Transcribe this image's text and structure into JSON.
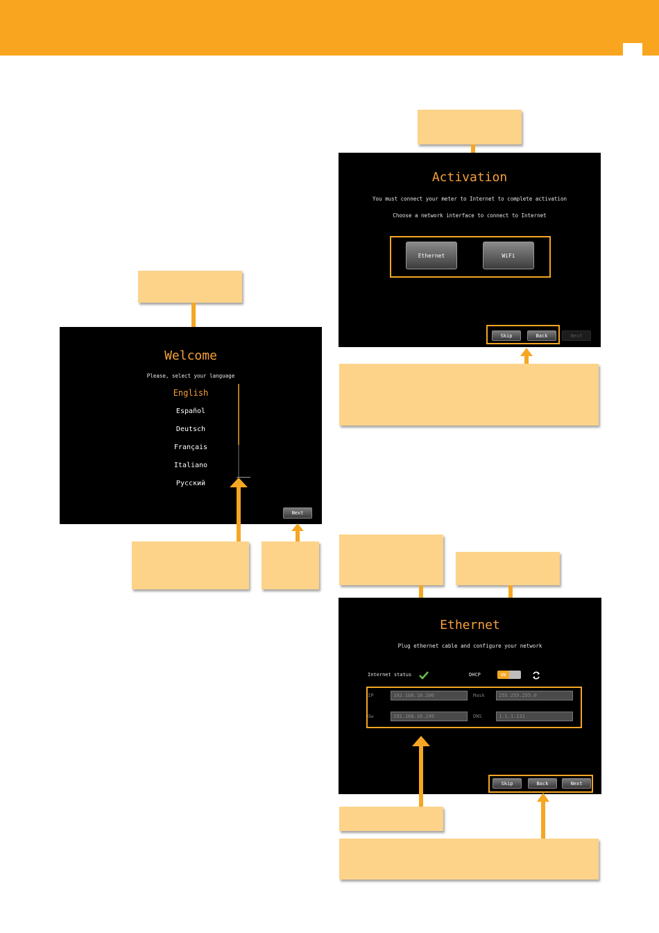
{
  "welcome": {
    "title": "Welcome",
    "subtitle": "Please, select your language",
    "languages": [
      "English",
      "Español",
      "Deutsch",
      "Français",
      "Italiano",
      "Русский"
    ],
    "selected_language": "English",
    "next_label": "Next"
  },
  "activation": {
    "title": "Activation",
    "line1": "You must connect your meter to Internet to complete activation",
    "line2": "Choose a network interface to connect to Internet",
    "ethernet_label": "Ethernet",
    "wifi_label": "WiFi",
    "skip_label": "Skip",
    "back_label": "Back",
    "next_label": "Next"
  },
  "ethernet": {
    "title": "Ethernet",
    "subtitle": "Plug ethernet cable and configure your network",
    "internet_status_label": "Internet status",
    "dhcp_label": "DHCP",
    "dhcp_toggle": "ON",
    "ip_label": "IP",
    "ip_value": "192.168.10.200",
    "mask_label": "Mask",
    "mask_value": "255.255.255.0",
    "gw_label": "Gw",
    "gw_value": "192.168.10.249",
    "dns_label": "DNS",
    "dns_value": "1.1.1.131",
    "skip_label": "Skip",
    "back_label": "Back",
    "next_label": "Next"
  },
  "colors": {
    "brand": "#f9a51f",
    "callout": "#fdd38a",
    "accent_text": "#f5a03a",
    "check": "#6cc04a"
  }
}
